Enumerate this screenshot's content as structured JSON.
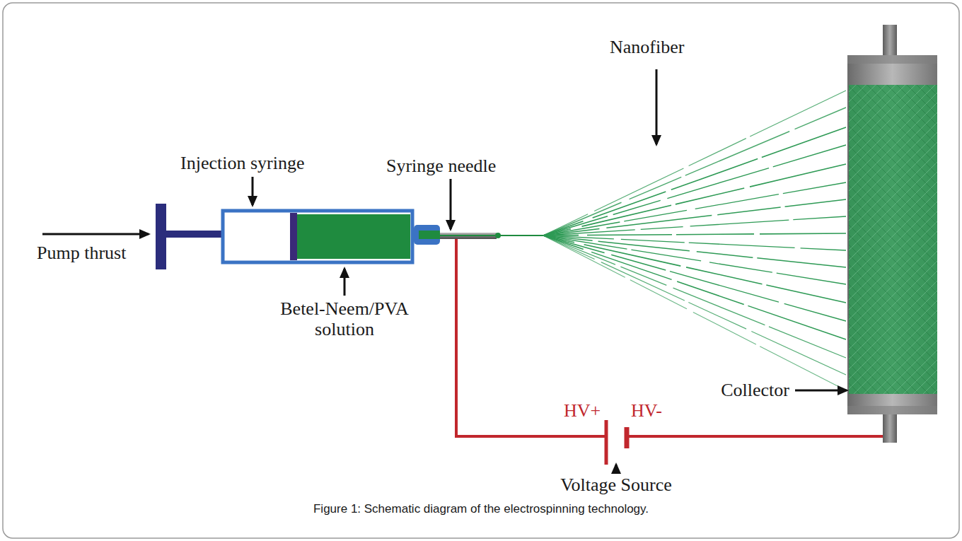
{
  "diagram": {
    "caption": "Figure 1: Schematic diagram of the electrospinning technology.",
    "labels": [
      "Pump thrust",
      "Injection syringe",
      "Syringe needle",
      "Nanofiber",
      "Betel-Neem/PVA solution",
      "Collector",
      "HV+",
      "HV-",
      "Voltage Source"
    ]
  }
}
